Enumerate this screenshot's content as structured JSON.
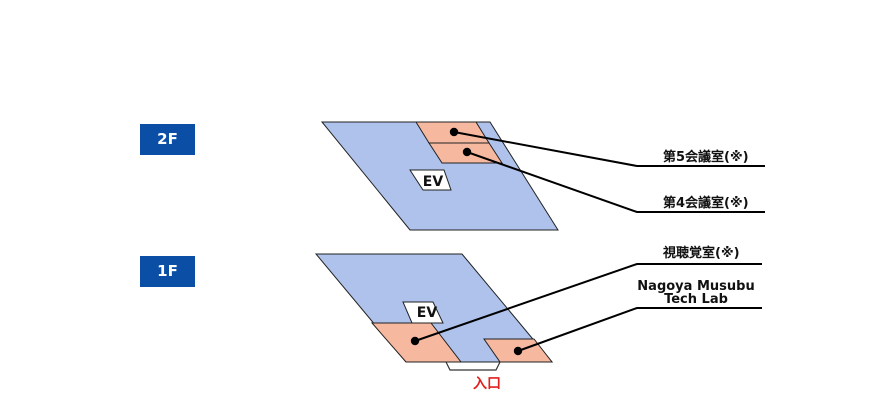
{
  "colors": {
    "floor_fill": "#aec2ec",
    "room_fill": "#f7b8a0",
    "outline": "#222222",
    "badge_fill": "#0a4ea6",
    "entrance_text": "#e02020",
    "leader": "#000000",
    "background": "#ffffff"
  },
  "floors": {
    "second": {
      "badge": "2F",
      "ev_label": "EV",
      "rooms": {
        "room5": "第5会議室(※)",
        "room4": "第4会議室(※)"
      }
    },
    "first": {
      "badge": "1F",
      "ev_label": "EV",
      "rooms": {
        "av_room": "視聴覚室(※)",
        "lab_line1": "Nagoya Musubu",
        "lab_line2": "Tech Lab"
      },
      "entrance": "入口"
    }
  }
}
